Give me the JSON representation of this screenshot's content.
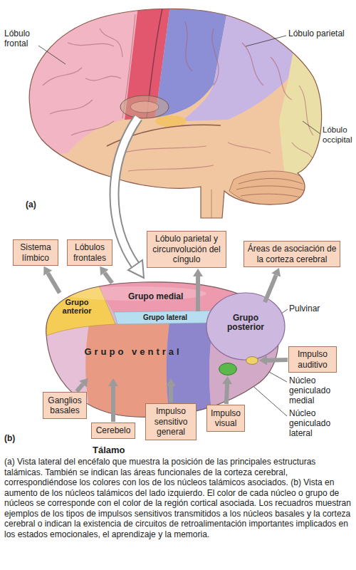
{
  "diagram": {
    "title": "Tálamo",
    "caption": "(a) Vista lateral del encéfalo que muestra la posición de las principales estructuras talámicas. También se indican las áreas funcionales de la corteza cerebral, correspondiéndose los colores con los de los núcleos talámicos asociados. (b) Vista en aumento de los núcleos talámicos del lado izquierdo. El color de cada núcleo o grupo de núcleos se corresponde con el color de la región cortical asociada. Los recuadros muestran ejemplos de los tipos de impulsos sensitivos transmitidos a los núcleos basales y la corteza cerebral o indican la existencia de circuitos de retroalimentación importantes implicados en los estados emocionales, el aprendizaje y la memoria.",
    "nodes": [
      {
        "text": [
          "Sistema límbico"
        ]
      },
      {
        "text": [
          "Lóbulos frontales"
        ]
      },
      {
        "text": [
          "Lóbulo parietal y circunvolución del cíngulo"
        ]
      },
      {
        "text": [
          "Áreas de asociación de la corteza cerebral"
        ]
      },
      {
        "text": [
          "Grupo anterior"
        ]
      },
      {
        "text": [
          "Grupo medial"
        ]
      },
      {
        "text": [
          "Grupo lateral"
        ]
      },
      {
        "text": [
          "Grupo posterior"
        ]
      },
      {
        "text": [
          "Grupo ventral"
        ]
      },
      {
        "text": [
          "Impulso auditivo"
        ]
      },
      {
        "text": [
          "Núcleo geniculado medial"
        ]
      },
      {
        "text": [
          "Núcleo geniculado lateral"
        ]
      },
      {
        "text": [
          "Ganglios basales"
        ]
      },
      {
        "text": [
          "Cerebelo"
        ]
      },
      {
        "text": [
          "Impulso sensitivo general"
        ]
      },
      {
        "text": [
          "Impulso visual"
        ]
      }
    ],
    "edges": [
      {
        "from": 4,
        "to": 0,
        "arrow": "to"
      },
      {
        "from": 5,
        "to": 1,
        "arrow": "to"
      },
      {
        "from": 6,
        "to": 2,
        "arrow": "to"
      },
      {
        "from": 7,
        "to": 3,
        "arrow": "to"
      },
      {
        "from": 9,
        "to": 10,
        "arrow": "to"
      },
      {
        "from": 12,
        "to": 8,
        "arrow": "to"
      },
      {
        "from": 13,
        "to": 8,
        "arrow": "to"
      },
      {
        "from": 14,
        "to": 8,
        "arrow": "to"
      },
      {
        "from": 15,
        "to": 11,
        "arrow": "to"
      }
    ],
    "labels": [
      "Lóbulo frontal",
      "Lóbulo parietal",
      "Lóbulo occipital",
      "(a)",
      "Pulvinar",
      "(b)"
    ]
  }
}
